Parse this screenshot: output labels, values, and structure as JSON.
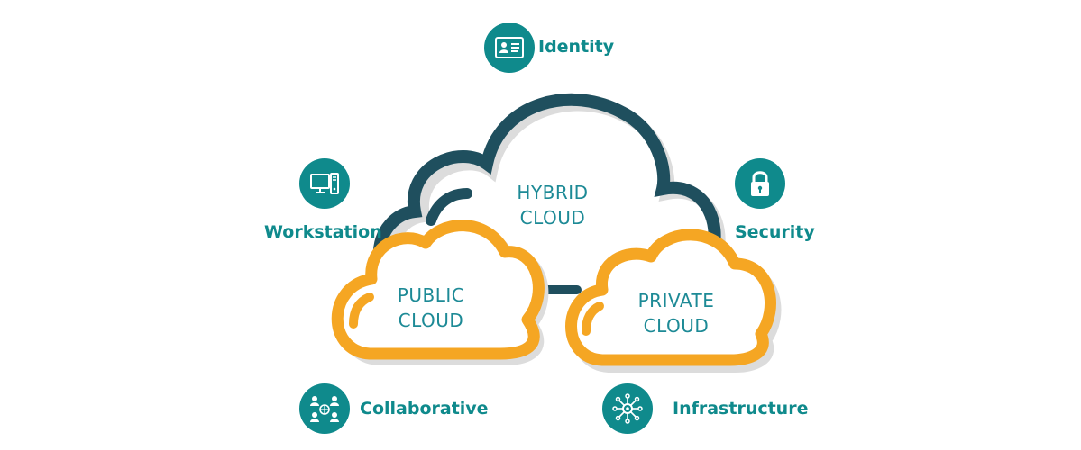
{
  "clouds": {
    "hybrid": {
      "line1": "HYBRID",
      "line2": "CLOUD"
    },
    "public": {
      "line1": "PUBLIC",
      "line2": "CLOUD"
    },
    "private": {
      "line1": "PRIVATE",
      "line2": "CLOUD"
    }
  },
  "features": {
    "identity": {
      "label": "Identity",
      "icon": "id-card-icon"
    },
    "workstation": {
      "label": "Workstation",
      "icon": "desktop-computer-icon"
    },
    "security": {
      "label": "Security",
      "icon": "padlock-icon"
    },
    "collaborative": {
      "label": "Collaborative",
      "icon": "people-network-icon"
    },
    "infrastructure": {
      "label": "Infrastructure",
      "icon": "network-hub-icon"
    }
  },
  "colors": {
    "teal": "#0f8a8c",
    "dark_teal_outline": "#1f4f5e",
    "orange": "#f5a623",
    "shadow": "#d9d9d9"
  }
}
